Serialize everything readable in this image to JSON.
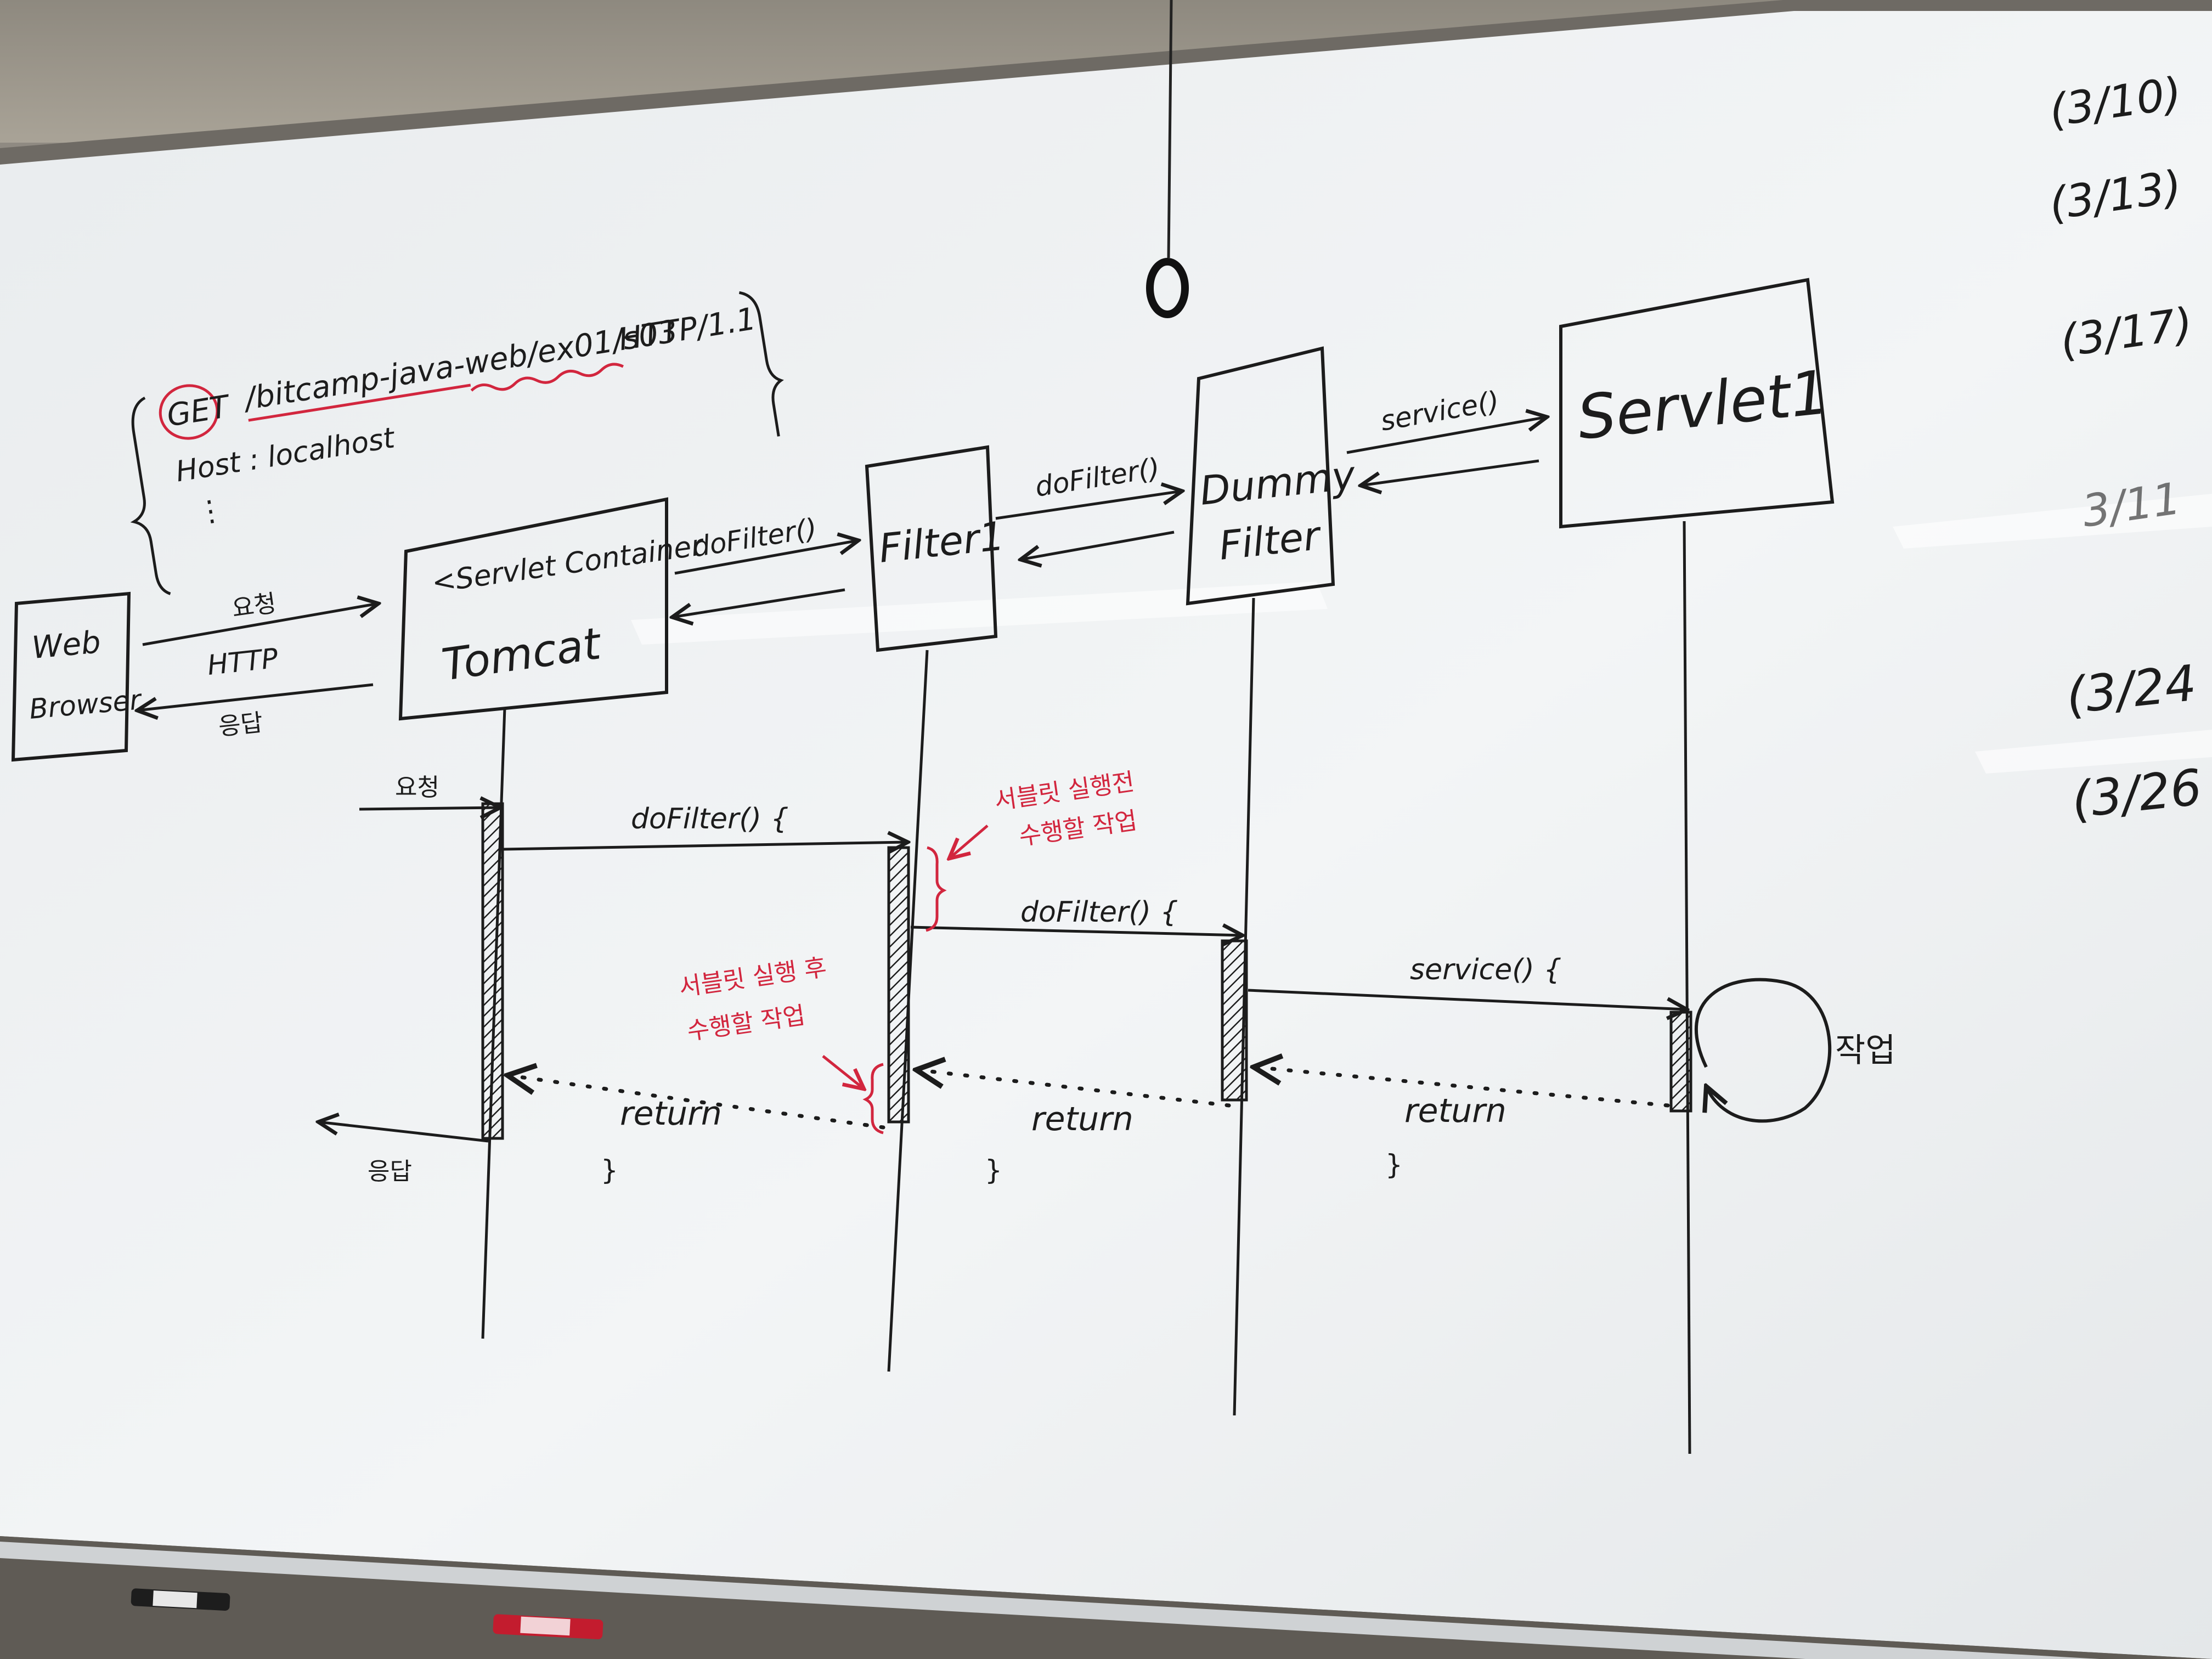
{
  "colors": {
    "wall": "#9a958c",
    "board": "#eef0f1",
    "frame": "#6e6a64",
    "ink": "#1c1c1c",
    "red": "#d2263e",
    "tray": "#595550"
  },
  "http_request": {
    "line1": {
      "method": "GET",
      "path": "/bitcamp-java-web/ex01/s03",
      "version": "HTTP/1.1"
    },
    "line2": "Host : localhost",
    "line3": "⋮"
  },
  "participants": {
    "browser": [
      "Web",
      "Browser"
    ],
    "container": [
      "<Servlet Container",
      "Tomcat"
    ],
    "filter1": "Filter1",
    "dummy": [
      "Dummy",
      "Filter"
    ],
    "servlet": "Servlet1"
  },
  "top_messages": {
    "request": "요청",
    "protocol": "HTTP",
    "response": "응답",
    "dofilter_a": "doFilter()",
    "dofilter_b": "doFilter()",
    "service": "service()"
  },
  "sequence": {
    "incoming_request": "요청",
    "outgoing_response": "응답",
    "call1": "doFilter() {",
    "call2": "doFilter() {",
    "call3": "service() {",
    "return1": "return",
    "return2": "return",
    "return3": "return",
    "self_work": "작업"
  },
  "notes_red": {
    "before": [
      "서블릿 실행전",
      "수행할 작업"
    ],
    "after": [
      "서블릿 실행 후",
      "수행할 작업"
    ]
  },
  "dates": [
    "(3/10)",
    "(3/13)",
    "(3/17)",
    "3/11",
    "(3/24",
    "(3/26"
  ]
}
